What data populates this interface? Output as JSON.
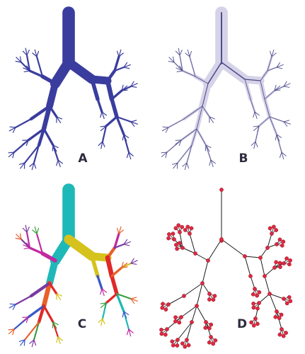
{
  "panels": [
    {
      "label": "A"
    },
    {
      "label": "B"
    },
    {
      "label": "C"
    },
    {
      "label": "D"
    }
  ],
  "colors": {
    "airway_solid": "#3a3d9e",
    "airway_translucent": "#d6d2e8",
    "centerline": "#4a4a88",
    "seg_trachea": "#1fb8b8",
    "seg_yellow": "#d6c21c",
    "seg_orange": "#e8602a",
    "seg_red": "#e02828",
    "seg_magenta": "#c02aa0",
    "seg_purple": "#7a3aa0",
    "seg_green": "#3aa040",
    "seg_blue": "#3a58c8",
    "graph_edge": "#1a1a1a",
    "graph_node": "#e02840",
    "label_text": "#2f2b3e"
  }
}
